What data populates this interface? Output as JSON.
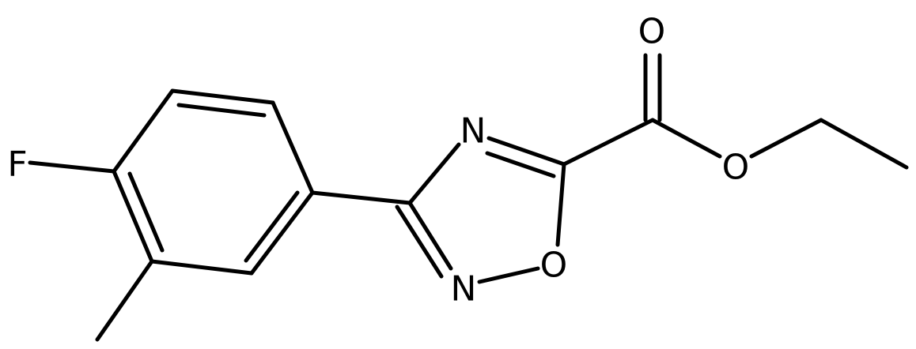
{
  "atoms": {
    "fluorine": "F",
    "nitrogen_top": "N",
    "nitrogen_bottom": "N",
    "ring_oxygen": "O",
    "ester_oxygen": "O",
    "carbonyl_oxygen": "O"
  },
  "colors": {
    "bond": "#000000",
    "label": "#000000",
    "background": "#ffffff"
  }
}
